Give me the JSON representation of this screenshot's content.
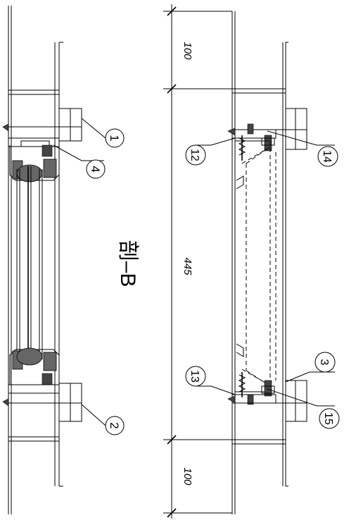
{
  "section_title": "剖–B",
  "dimensions": {
    "top": "100",
    "middle": "445",
    "bottom": "100"
  },
  "callouts": {
    "c1": "1",
    "c2": "2",
    "c3": "3",
    "c4": "4",
    "c12": "12",
    "c13": "13",
    "c14": "14",
    "c15": "15"
  }
}
